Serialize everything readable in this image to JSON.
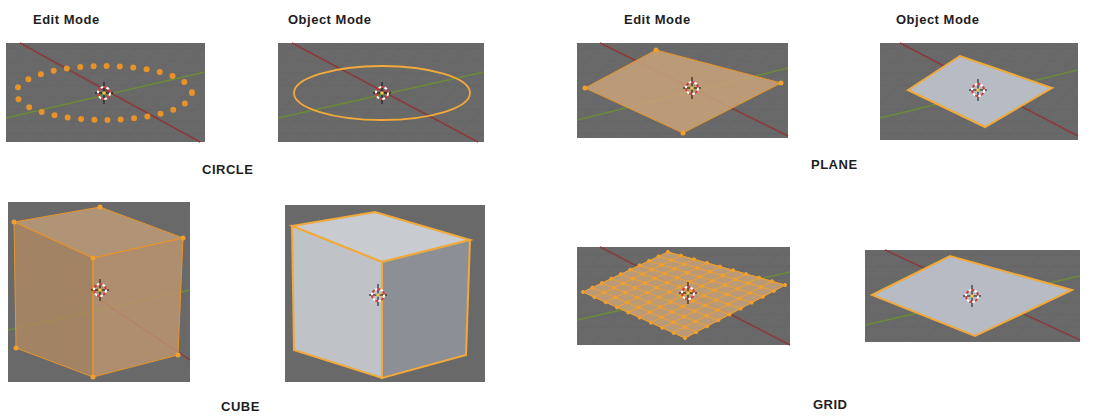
{
  "diagram": {
    "labels": [
      "Edit Mode",
      "Object Mode",
      "Edit Mode",
      "Object Mode",
      "CIRCLE",
      "PLANE",
      "CUBE",
      "GRID"
    ]
  }
}
